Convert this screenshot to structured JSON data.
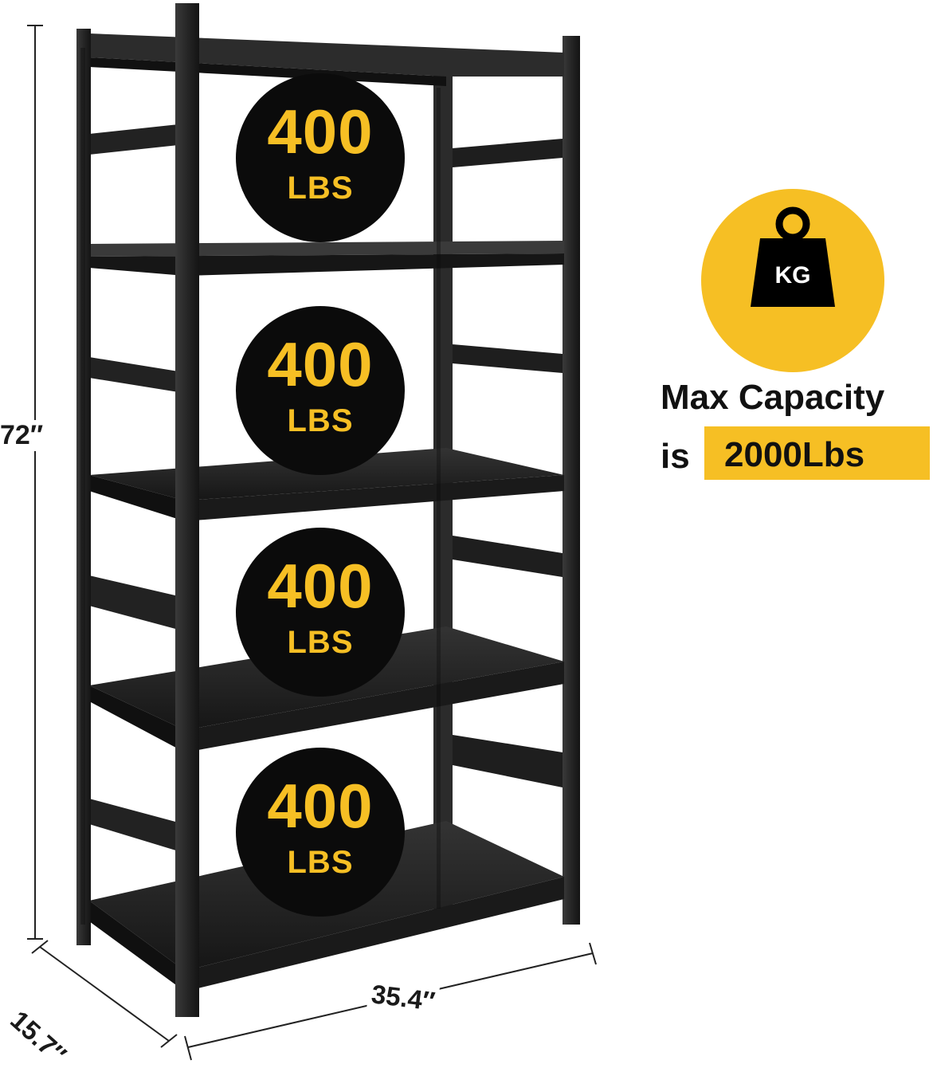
{
  "dimensions": {
    "height": "72″",
    "width": "35.4″",
    "depth": "15.7″"
  },
  "shelf_capacity_badges": [
    {
      "value": "400",
      "unit": "LBS"
    },
    {
      "value": "400",
      "unit": "LBS"
    },
    {
      "value": "400",
      "unit": "LBS"
    },
    {
      "value": "400",
      "unit": "LBS"
    }
  ],
  "weight_icon": {
    "name": "kg-weight-icon",
    "label": "KG"
  },
  "max_capacity": {
    "line1": "Max Capacity",
    "line2_prefix": "is",
    "value": "2000Lbs"
  },
  "colors": {
    "accent_yellow": "#f6bf24",
    "badge_black": "#0b0b0b",
    "shelf_metal": "#2a2a2a"
  }
}
